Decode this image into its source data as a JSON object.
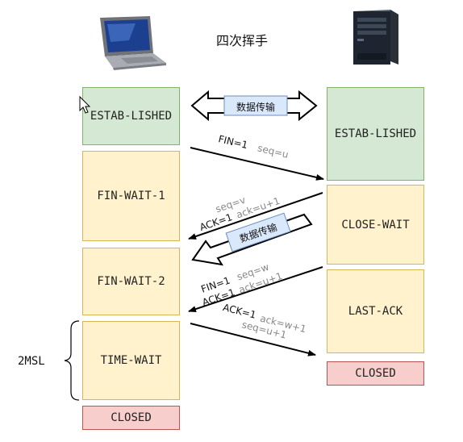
{
  "title": "四次挥手",
  "client": {
    "states": [
      "ESTAB-LISHED",
      "FIN-WAIT-1",
      "FIN-WAIT-2",
      "TIME-WAIT",
      "CLOSED"
    ]
  },
  "server": {
    "states": [
      "ESTAB-LISHED",
      "CLOSE-WAIT",
      "LAST-ACK",
      "CLOSED"
    ]
  },
  "data_transfer_label": "数据传输",
  "msl_label": "2MSL",
  "messages": [
    {
      "flag": "FIN=1",
      "seq": "seq=u"
    },
    {
      "flag": "ACK=1",
      "seq": "seq=v",
      "ack": "ack=u+1"
    },
    {
      "flag1": "FIN=1",
      "flag2": "ACK=1",
      "seq": "seq=w",
      "ack": "ack=u+1"
    },
    {
      "flag": "ACK=1",
      "ack": "ack=w+1",
      "seq": "seq=u+1"
    }
  ]
}
